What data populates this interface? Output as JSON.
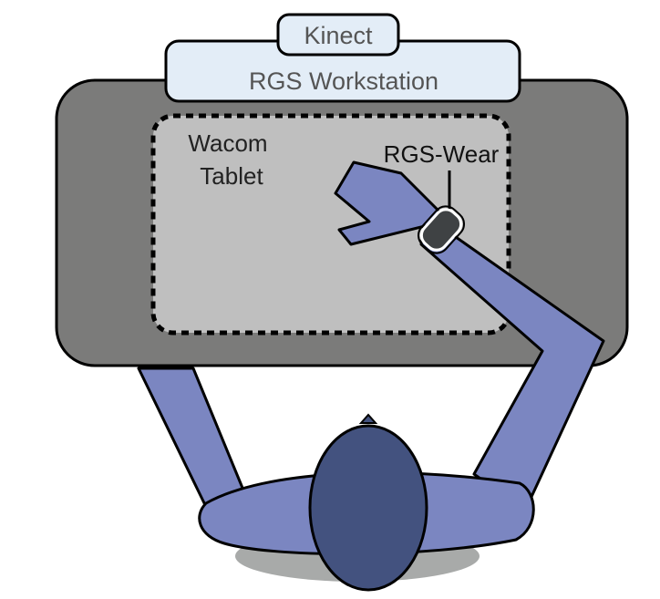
{
  "labels": {
    "kinect": "Kinect",
    "workstation": "RGS Workstation",
    "tablet_line1": "Wacom",
    "tablet_line2": "Tablet",
    "wear": "RGS-Wear"
  },
  "colors": {
    "desk": "#7b7b7a",
    "tablet": "#bfbfbf",
    "monitor": "#e3edf7",
    "arm": "#7b86c1",
    "head": "#43527f",
    "shadow": "#a8aaa9",
    "wear_band": "#3f4244",
    "outline": "#000000",
    "label_text": "#555555",
    "tablet_text": "#222222"
  }
}
